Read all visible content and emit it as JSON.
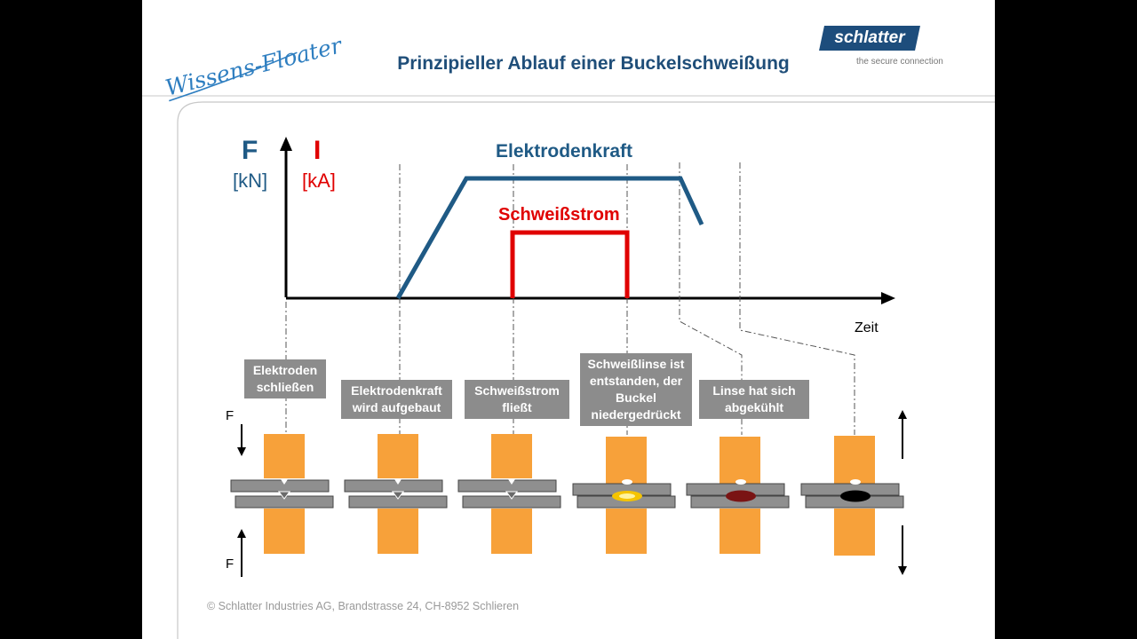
{
  "header": {
    "brand_signature": "Wissens-Floater",
    "title": "Prinzipieller Ablauf einer Buckelschweißung",
    "logo": {
      "name": "schlatter",
      "tagline": "the secure connection"
    }
  },
  "chart": {
    "axis_force_symbol": "F",
    "axis_force_unit": "[kN]",
    "axis_current_symbol": "I",
    "axis_current_unit": "[kA]",
    "x_label": "Zeit",
    "curve_force_label": "Elektrodenkraft",
    "curve_current_label": "Schweißstrom"
  },
  "steps": [
    {
      "label": "Elektroden schließen"
    },
    {
      "label": "Elektrodenkraft wird aufgebaut"
    },
    {
      "label": "Schweißstrom fließt"
    },
    {
      "label": "Schweißlinse ist entstanden, der Buckel niedergedrückt"
    },
    {
      "label": "Linse hat sich abgekühlt"
    }
  ],
  "force_labels": {
    "top": "F",
    "bottom": "F"
  },
  "footer": "© Schlatter Industries AG, Brandstrasse 24, CH-8952 Schlieren",
  "colors": {
    "title_blue": "#1f4e79",
    "force_blue": "#1f5a85",
    "current_red": "#e00000",
    "electrode_orange": "#f7a13a",
    "sheet_gray": "#8f8f8f",
    "nugget_hot": "#f5c400",
    "nugget_cooled": "#7a1414",
    "nugget_final": "#000000"
  }
}
